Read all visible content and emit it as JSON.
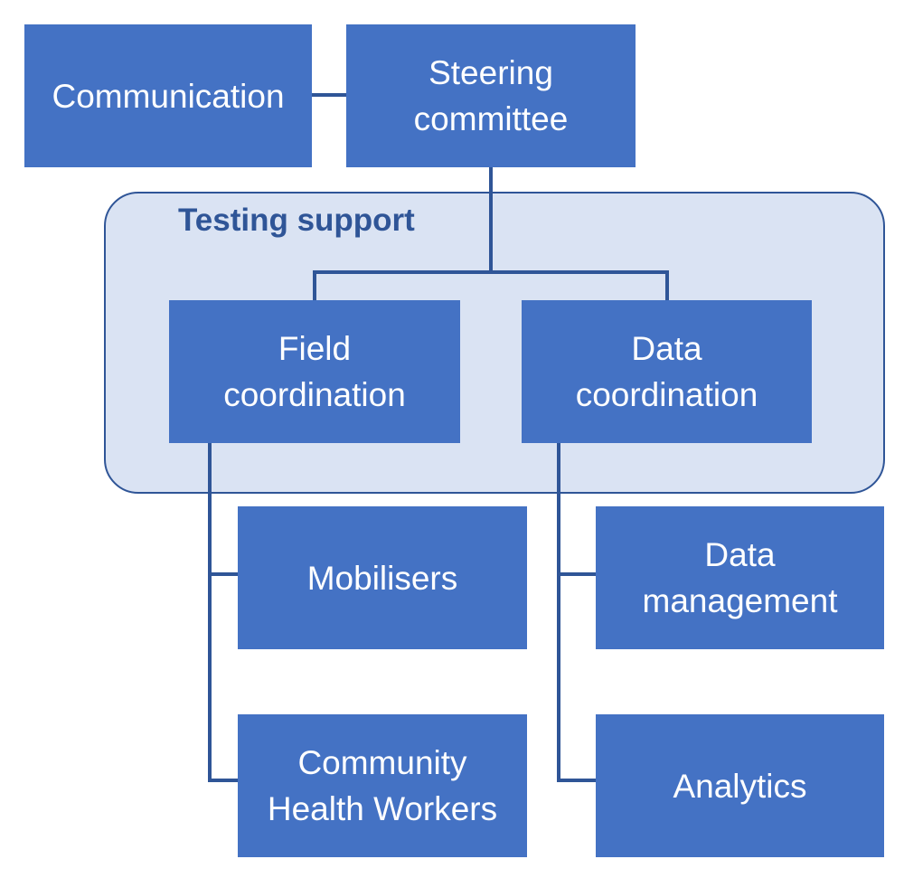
{
  "diagram": {
    "group": {
      "label": "Testing support"
    },
    "nodes": {
      "communication": {
        "lines": [
          "Communication"
        ]
      },
      "steering_committee": {
        "lines": [
          "Steering",
          "committee"
        ]
      },
      "field_coordination": {
        "lines": [
          "Field",
          "coordination"
        ]
      },
      "data_coordination": {
        "lines": [
          "Data",
          "coordination"
        ]
      },
      "mobilisers": {
        "lines": [
          "Mobilisers"
        ]
      },
      "data_management": {
        "lines": [
          "Data",
          "management"
        ]
      },
      "community_health_workers": {
        "lines": [
          "Community",
          "Health Workers"
        ]
      },
      "analytics": {
        "lines": [
          "Analytics"
        ]
      }
    },
    "edges": [
      {
        "from": "communication",
        "to": "steering_committee"
      },
      {
        "from": "steering_committee",
        "to": "field_coordination"
      },
      {
        "from": "steering_committee",
        "to": "data_coordination"
      },
      {
        "from": "field_coordination",
        "to": "mobilisers"
      },
      {
        "from": "field_coordination",
        "to": "community_health_workers"
      },
      {
        "from": "data_coordination",
        "to": "data_management"
      },
      {
        "from": "data_coordination",
        "to": "analytics"
      }
    ],
    "colors": {
      "node_fill": "#4472c4",
      "node_text": "#ffffff",
      "group_fill": "#dae3f3",
      "group_border": "#2f5597",
      "connector": "#2f5597",
      "group_label": "#2f5597"
    }
  }
}
